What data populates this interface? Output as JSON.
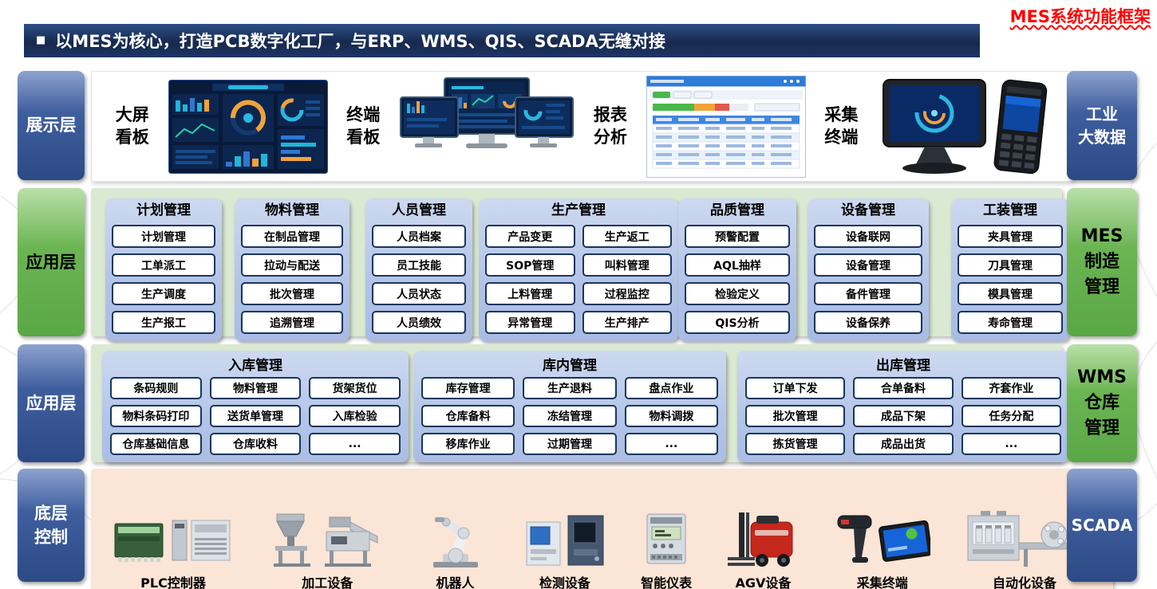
{
  "title": "MES系统功能框架",
  "header": {
    "bullet": "■",
    "text": "以MES为核心，打造PCB数字化工厂，与ERP、WMS、QIS、SCADA无缝对接"
  },
  "display_layer": {
    "left_label": "展示层",
    "right_label_lines": [
      "工业",
      "大数据"
    ],
    "captions": [
      [
        "大屏",
        "看板"
      ],
      [
        "终端",
        "看板"
      ],
      [
        "报表",
        "分析"
      ],
      [
        "采集",
        "终端"
      ]
    ]
  },
  "mes_layer": {
    "left_label": "应用层",
    "right_label_lines": [
      "MES",
      "制造",
      "管理"
    ],
    "columns": [
      {
        "title": "计划管理",
        "items": [
          "计划管理",
          "工单派工",
          "生产调度",
          "生产报工"
        ]
      },
      {
        "title": "物料管理",
        "items": [
          "在制品管理",
          "拉动与配送",
          "批次管理",
          "追溯管理"
        ]
      },
      {
        "title": "人员管理",
        "items": [
          "人员档案",
          "员工技能",
          "人员状态",
          "人员绩效"
        ]
      },
      {
        "title": "生产管理",
        "items": [
          "产品变更",
          "生产返工",
          "SOP管理",
          "叫料管理",
          "上料管理",
          "过程监控",
          "异常管理",
          "生产排产"
        ]
      },
      {
        "title": "品质管理",
        "items": [
          "预警配置",
          "AQL抽样",
          "检验定义",
          "QIS分析"
        ]
      },
      {
        "title": "设备管理",
        "items": [
          "设备联网",
          "设备管理",
          "备件管理",
          "设备保养"
        ]
      },
      {
        "title": "工装管理",
        "items": [
          "夹具管理",
          "刀具管理",
          "模具管理",
          "寿命管理"
        ]
      }
    ]
  },
  "wms_layer": {
    "left_label": "应用层",
    "right_label_lines": [
      "WMS",
      "仓库",
      "管理"
    ],
    "groups": [
      {
        "title": "入库管理",
        "items": [
          "条码规则",
          "物料管理",
          "货架货位",
          "物料条码打印",
          "送货单管理",
          "入库检验",
          "仓库基础信息",
          "仓库收料",
          "..."
        ]
      },
      {
        "title": "库内管理",
        "items": [
          "库存管理",
          "生产退料",
          "盘点作业",
          "仓库备料",
          "冻结管理",
          "物料调拨",
          "移库作业",
          "过期管理",
          "..."
        ]
      },
      {
        "title": "出库管理",
        "items": [
          "订单下发",
          "合单备料",
          "齐套作业",
          "批次管理",
          "成品下架",
          "任务分配",
          "拣货管理",
          "成品出货",
          "..."
        ]
      }
    ]
  },
  "control_layer": {
    "left_label_lines": [
      "底层",
      "控制"
    ],
    "right_label": "SCADA",
    "devices": [
      "PLC控制器",
      "加工设备",
      "机器人",
      "检测设备",
      "智能仪表",
      "AGV设备",
      "采集终端",
      "自动化设备"
    ]
  },
  "colors": {
    "title_red": "#ff0000",
    "header_bar": "#1d3461",
    "blue_label": "#3a5a9b",
    "green_label": "#61b04e",
    "mes_panel": "#d9e9d2",
    "column_fill": "#b8c7e8",
    "wms_group_fill": "#b9cde9",
    "control_panel": "#fbe5d6",
    "box_border": "#17365d"
  }
}
